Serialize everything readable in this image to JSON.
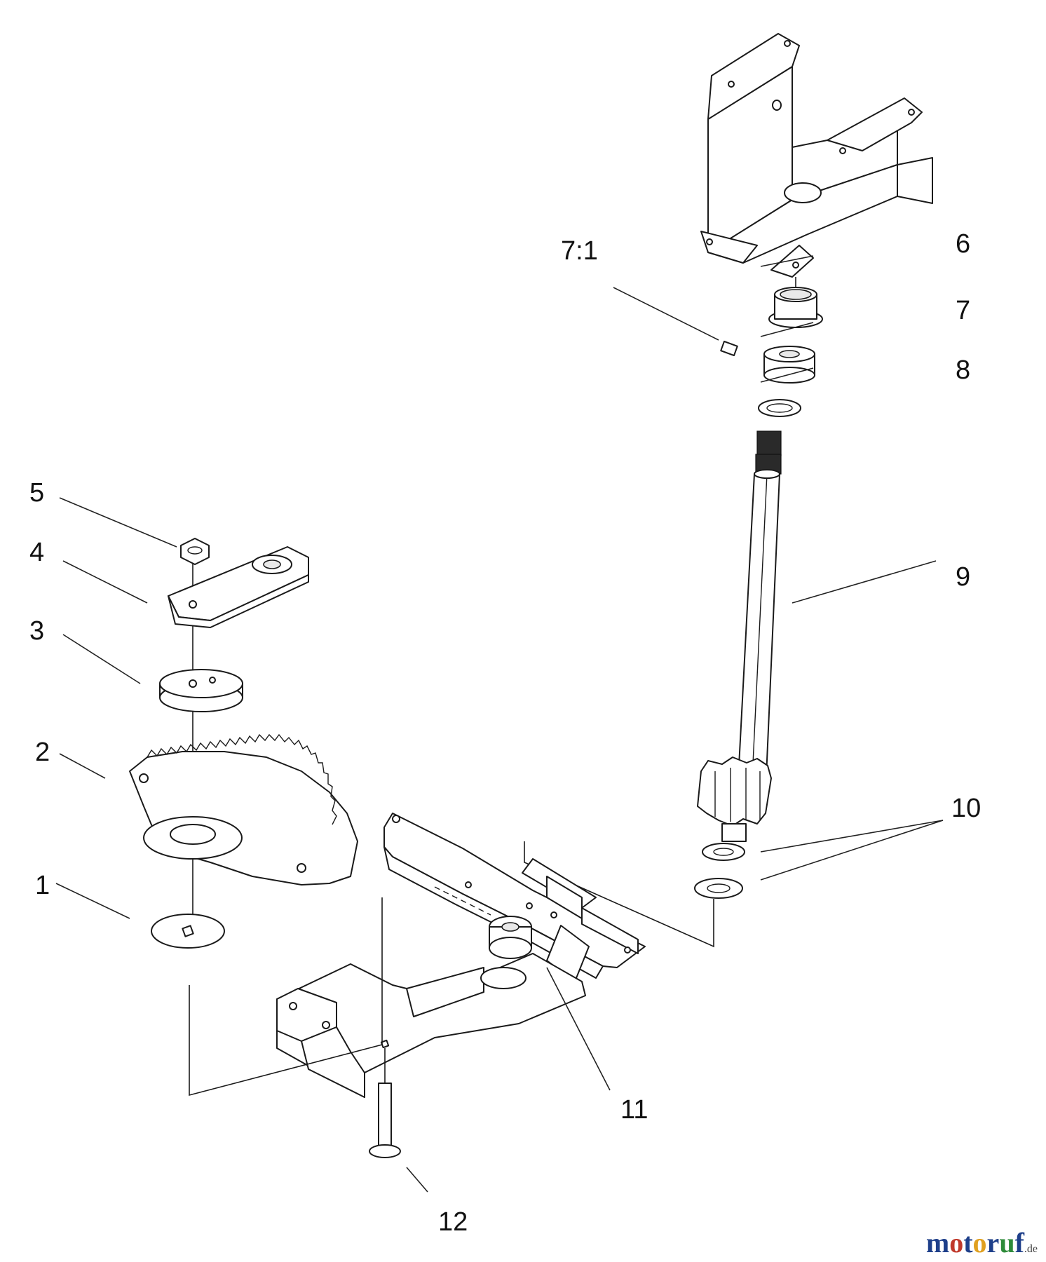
{
  "callouts": [
    {
      "id": "1",
      "label": "1"
    },
    {
      "id": "2",
      "label": "2"
    },
    {
      "id": "3",
      "label": "3"
    },
    {
      "id": "4",
      "label": "4"
    },
    {
      "id": "5",
      "label": "5"
    },
    {
      "id": "6",
      "label": "6"
    },
    {
      "id": "7",
      "label": "7"
    },
    {
      "id": "7-1",
      "label": "7:1"
    },
    {
      "id": "8",
      "label": "8"
    },
    {
      "id": "9",
      "label": "9"
    },
    {
      "id": "10",
      "label": "10"
    },
    {
      "id": "11",
      "label": "11"
    },
    {
      "id": "12",
      "label": "12"
    }
  ],
  "watermark": {
    "letters": [
      {
        "ch": "m",
        "color": "#1e3f8a"
      },
      {
        "ch": "o",
        "color": "#c0392b"
      },
      {
        "ch": "t",
        "color": "#1e3f8a"
      },
      {
        "ch": "o",
        "color": "#e0a020"
      },
      {
        "ch": "r",
        "color": "#1e3f8a"
      },
      {
        "ch": "u",
        "color": "#2e8b3a"
      },
      {
        "ch": "f",
        "color": "#1e3f8a"
      }
    ],
    "suffix": ".de"
  },
  "colors": {
    "line": "#1a1a1a",
    "background": "#ffffff"
  }
}
